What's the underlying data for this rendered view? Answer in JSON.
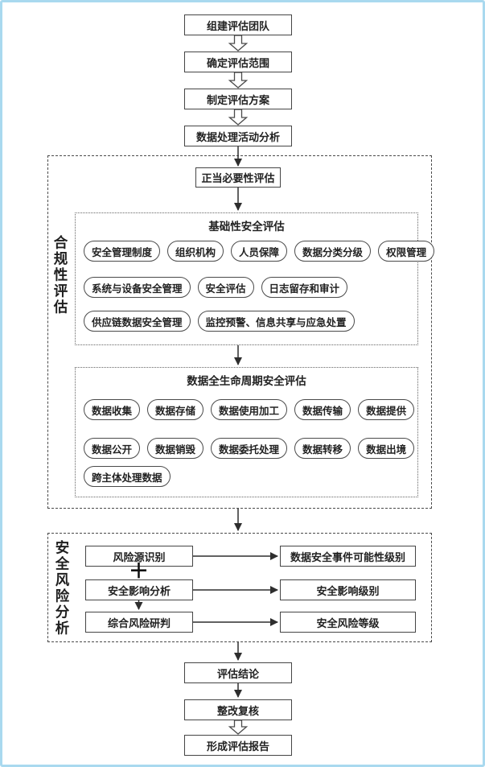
{
  "frame": {
    "border_color": "#a9d9ef"
  },
  "top_flow": {
    "steps": [
      "组建评估团队",
      "确定评估范围",
      "制定评估方案",
      "数据处理活动分析"
    ]
  },
  "compliance": {
    "side_label": "合规性评估",
    "entry_label": "正当必要性评估",
    "basic": {
      "title": "基础性安全评估",
      "rows": [
        [
          "安全管理制度",
          "组织机构",
          "人员保障",
          "数据分类分级",
          "权限管理"
        ],
        [
          "系统与设备安全管理",
          "安全评估",
          "日志留存和审计"
        ],
        [
          "供应链数据安全管理",
          "监控预警、信息共享与应急处置"
        ]
      ]
    },
    "lifecycle": {
      "title": "数据全生命周期安全评估",
      "rows": [
        [
          "数据收集",
          "数据存储",
          "数据使用加工",
          "数据传输",
          "数据提供"
        ],
        [
          "数据公开",
          "数据销毁",
          "数据委托处理",
          "数据转移",
          "数据出境"
        ],
        [
          "跨主体处理数据"
        ]
      ]
    }
  },
  "risk": {
    "side_label": "安全风险分析",
    "plus_symbol": "＋",
    "rows": [
      {
        "left": "风险源识别",
        "right": "数据安全事件可能性级别"
      },
      {
        "left": "安全影响分析",
        "right": "安全影响级别"
      },
      {
        "left": "综合风险研判",
        "right": "安全风险等级"
      }
    ]
  },
  "bottom_flow": {
    "steps": [
      "评估结论",
      "整改复核",
      "形成评估报告"
    ]
  }
}
